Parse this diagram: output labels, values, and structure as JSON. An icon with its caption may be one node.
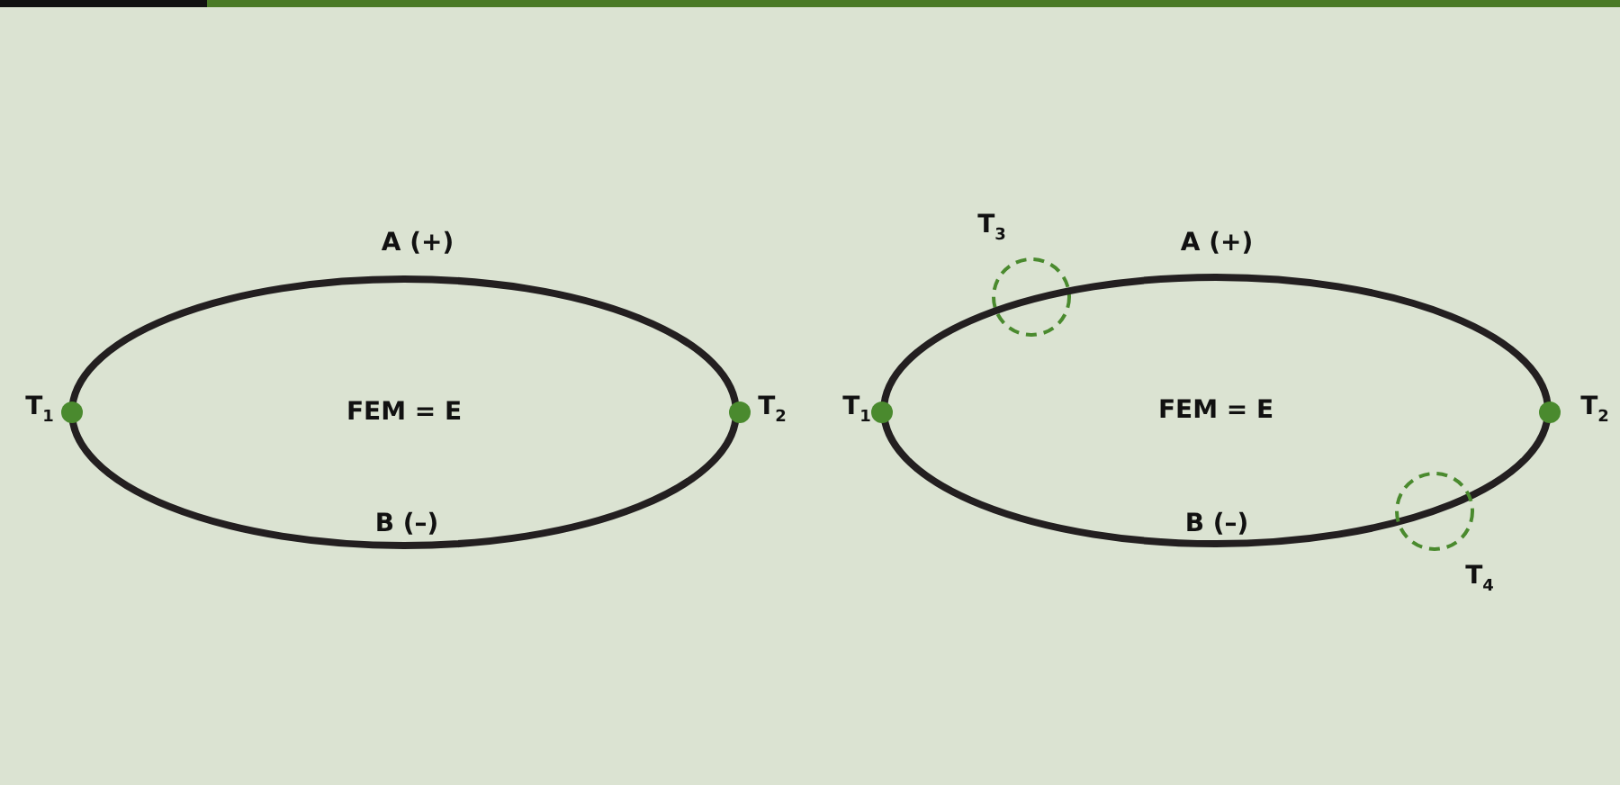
{
  "diagram": {
    "nodes": [
      {
        "text": [
          "FEM = E"
        ]
      },
      {
        "text": [],
        "shape": "circle",
        "beside": [
          "T$_{1}$"
        ]
      },
      {
        "text": [],
        "shape": "circle",
        "beside": [
          "T$_{2}$"
        ]
      },
      {
        "text": [],
        "shape": "circle",
        "beside": [
          "T$_{3}$"
        ]
      },
      {
        "text": [
          "FEM = E"
        ]
      },
      {
        "text": [],
        "shape": "circle",
        "beside": [
          "T$_{1}$"
        ]
      },
      {
        "text": [],
        "shape": "circle",
        "beside": [
          "T$_{2}$"
        ]
      },
      {
        "text": [],
        "shape": "circle",
        "beside": [
          "T$_{4}$"
        ]
      }
    ],
    "labels": [
      "A (+)",
      "A (+)",
      "B (–)",
      "B (–)"
    ]
  }
}
